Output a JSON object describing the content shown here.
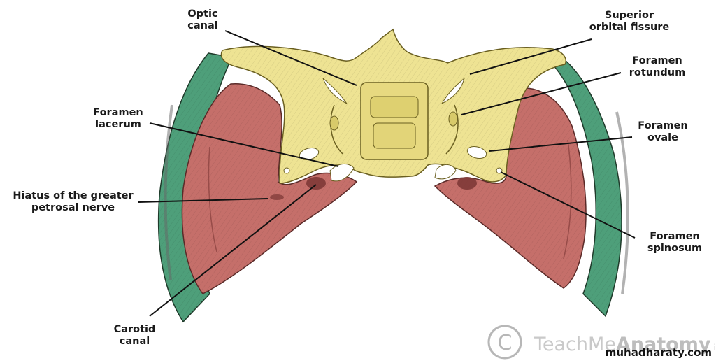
{
  "labels": {
    "optic_canal": [
      "Optic",
      "canal"
    ],
    "superior_orbital_fissure": [
      "Superior",
      "orbital fissure"
    ],
    "foramen_rotundum": [
      "Foramen",
      "rotundum"
    ],
    "foramen_lacerum": [
      "Foramen",
      "lacerum"
    ],
    "foramen_ovale": [
      "Foramen",
      "ovale"
    ],
    "hiatus_greater_petrosal": [
      "Hiatus of the greater",
      "petrosal nerve"
    ],
    "foramen_spinosum": [
      "Foramen",
      "spinosum"
    ],
    "carotid_canal": [
      "Carotid",
      "canal"
    ]
  },
  "watermark": {
    "brand_light": "TeachMe",
    "brand_bold": "Anatomy",
    "brand_suffix": "info",
    "site": "muhadharaty.com"
  },
  "colors": {
    "sphenoid_yellow": "#eee393",
    "temporal_red": "#c56f6a",
    "squama_green": "#4e9f7a",
    "leader_line": "#111111"
  }
}
